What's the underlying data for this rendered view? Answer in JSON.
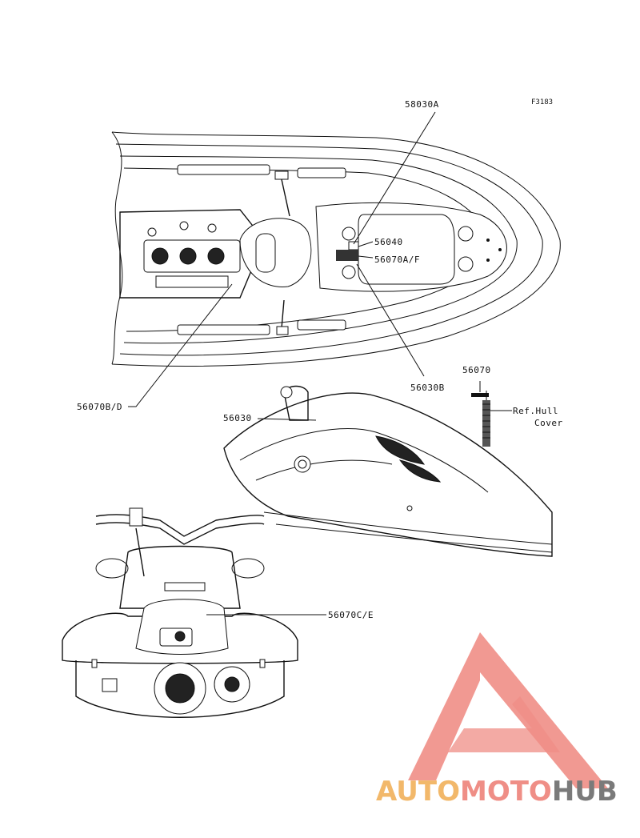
{
  "figure_code": "F3183",
  "part_labels": {
    "p58030A": "58030A",
    "p56040": "56040",
    "p56070AF": "56070A/F",
    "p58030B": "56030B",
    "p56070BD": "56070B/D",
    "p56070": "56070",
    "p56030": "56030",
    "ref_hull_1": "Ref.Hull",
    "ref_hull_2": "Cover",
    "p56070CE": "56070C/E"
  },
  "watermark": {
    "part1": "AUTO",
    "part2": "MOTO",
    "part3": "HUB",
    "colors": {
      "auto": "#f2b86a",
      "moto": "#ef8e86",
      "hub": "#7a7a7a",
      "logo": "#ef8e86"
    }
  }
}
